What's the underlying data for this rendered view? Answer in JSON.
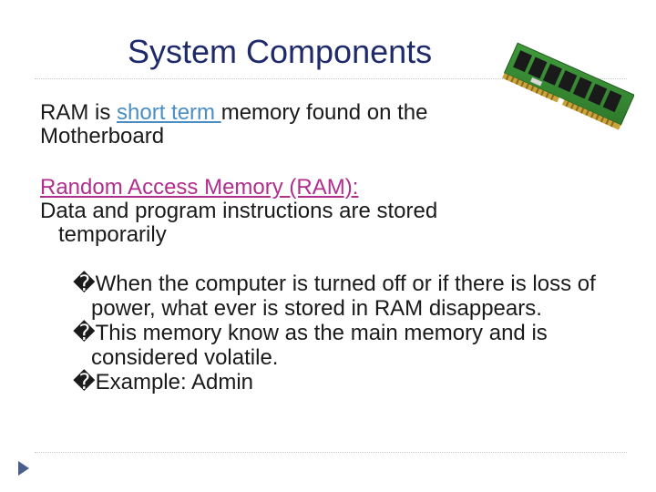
{
  "slide": {
    "title": "System Components",
    "para1": {
      "before": "RAM is ",
      "link": "short term ",
      "after": "memory found on the",
      "line2": "Motherboard"
    },
    "para2": {
      "heading": "Random Access Memory (RAM):",
      "line1": "Data and program instructions are stored",
      "line2": "temporarily"
    },
    "bullets": [
      "When the computer is turned off or if there is loss of power, what ever is stored in RAM disappears.",
      "This memory know as the main memory and is considered volatile.",
      "Example:  Admin"
    ],
    "bullet_marker": "�"
  },
  "colors": {
    "title": "#1f2a6b",
    "link_blue": "#4a8ec4",
    "link_pink": "#b02f8e",
    "nav_arrow": "#4a5f8a"
  },
  "icons": {
    "ram_image": "ram-module-icon",
    "nav": "next-slide-arrow-icon"
  }
}
